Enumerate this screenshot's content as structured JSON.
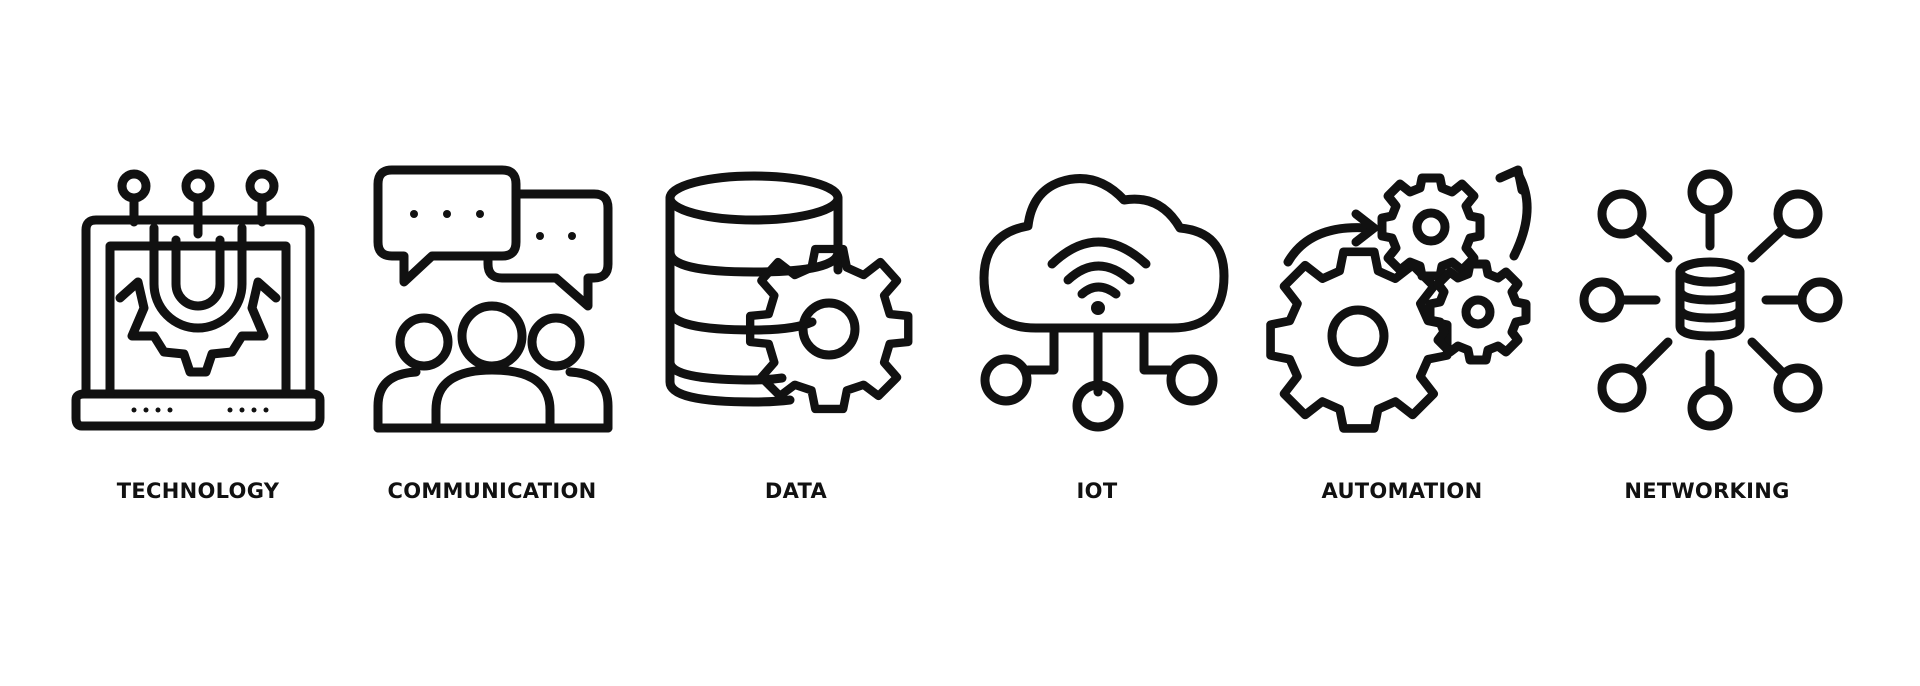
{
  "items": [
    {
      "label": "TECHNOLOGY",
      "icon": "laptop-circuit-gear-icon"
    },
    {
      "label": "COMMUNICATION",
      "icon": "people-chat-bubbles-icon"
    },
    {
      "label": "DATA",
      "icon": "database-gear-icon"
    },
    {
      "label": "IOT",
      "icon": "cloud-wifi-nodes-icon"
    },
    {
      "label": "AUTOMATION",
      "icon": "gears-arrows-icon"
    },
    {
      "label": "NETWORKING",
      "icon": "database-network-nodes-icon"
    }
  ],
  "colors": {
    "ink": "#111111",
    "background": "#ffffff"
  }
}
